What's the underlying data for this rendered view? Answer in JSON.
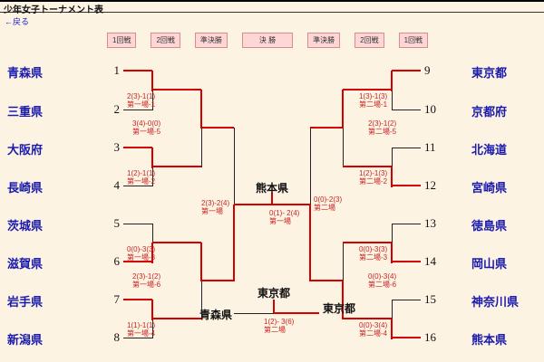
{
  "page": {
    "title": "少年女子トーナメント表",
    "back_label": "←戻る"
  },
  "colors": {
    "background": "#fcf3e2",
    "line": "#222222",
    "winner_path": "#d40000",
    "team_name": "#1a1aae",
    "score_text": "#cc2222",
    "round_chip_bg": "#ffd6d6",
    "round_chip_border": "#d98c8c"
  },
  "rounds": [
    "1回戦",
    "2回戦",
    "準決勝",
    "決 勝",
    "準決勝",
    "2回戦",
    "1回戦"
  ],
  "teams_left": [
    {
      "seed": "1",
      "name": "青森県"
    },
    {
      "seed": "2",
      "name": "三重県"
    },
    {
      "seed": "3",
      "name": "大阪府"
    },
    {
      "seed": "4",
      "name": "長崎県"
    },
    {
      "seed": "5",
      "name": "茨城県"
    },
    {
      "seed": "6",
      "name": "滋賀県"
    },
    {
      "seed": "7",
      "name": "岩手県"
    },
    {
      "seed": "8",
      "name": "新潟県"
    }
  ],
  "teams_right": [
    {
      "seed": "9",
      "name": "東京都"
    },
    {
      "seed": "10",
      "name": "京都府"
    },
    {
      "seed": "11",
      "name": "北海道"
    },
    {
      "seed": "12",
      "name": "宮崎県"
    },
    {
      "seed": "13",
      "name": "徳島県"
    },
    {
      "seed": "14",
      "name": "岡山県"
    },
    {
      "seed": "15",
      "name": "神奈川県"
    },
    {
      "seed": "16",
      "name": "熊本県"
    }
  ],
  "scores": {
    "l1": {
      "result": "2(3)-1(1)",
      "court": "第一場-1"
    },
    "l2": {
      "result": "1(2)-1(1)",
      "court": "第一場-2"
    },
    "l3": {
      "result": "0(0)-3(3)",
      "court": "第一場-3"
    },
    "l4": {
      "result": "1(1)-1(1)",
      "court": "第一場-4"
    },
    "l5": {
      "result": "3(4)-0(0)",
      "court": "第一場-5"
    },
    "l6": {
      "result": "2(3)-1(2)",
      "court": "第一場-6"
    },
    "lsf": {
      "result": "2(3)-2(4)",
      "court": "第一場"
    },
    "r1": {
      "result": "1(3)-1(3)",
      "court": "第二場-1"
    },
    "r2": {
      "result": "1(2)-1(3)",
      "court": "第二場-2"
    },
    "r3": {
      "result": "0(0)-3(3)",
      "court": "第二場-3"
    },
    "r4": {
      "result": "0(0)-3(4)",
      "court": "第二場-4"
    },
    "r5": {
      "result": "2(3)-1(2)",
      "court": "第二場-5"
    },
    "r6": {
      "result": "0(0)-3(4)",
      "court": "第二場-6"
    },
    "rsf": {
      "result": "0(0)-2(3)",
      "court": "第二場"
    },
    "final": {
      "result": "0(1)- 2(4)",
      "court": "第一場"
    },
    "third": {
      "result": "1(2)- 3(6)",
      "court": "第二場"
    }
  },
  "final": {
    "champion": "熊本県"
  },
  "third_place": {
    "winner": "東京都",
    "left": "青森県",
    "right": "東京都"
  }
}
